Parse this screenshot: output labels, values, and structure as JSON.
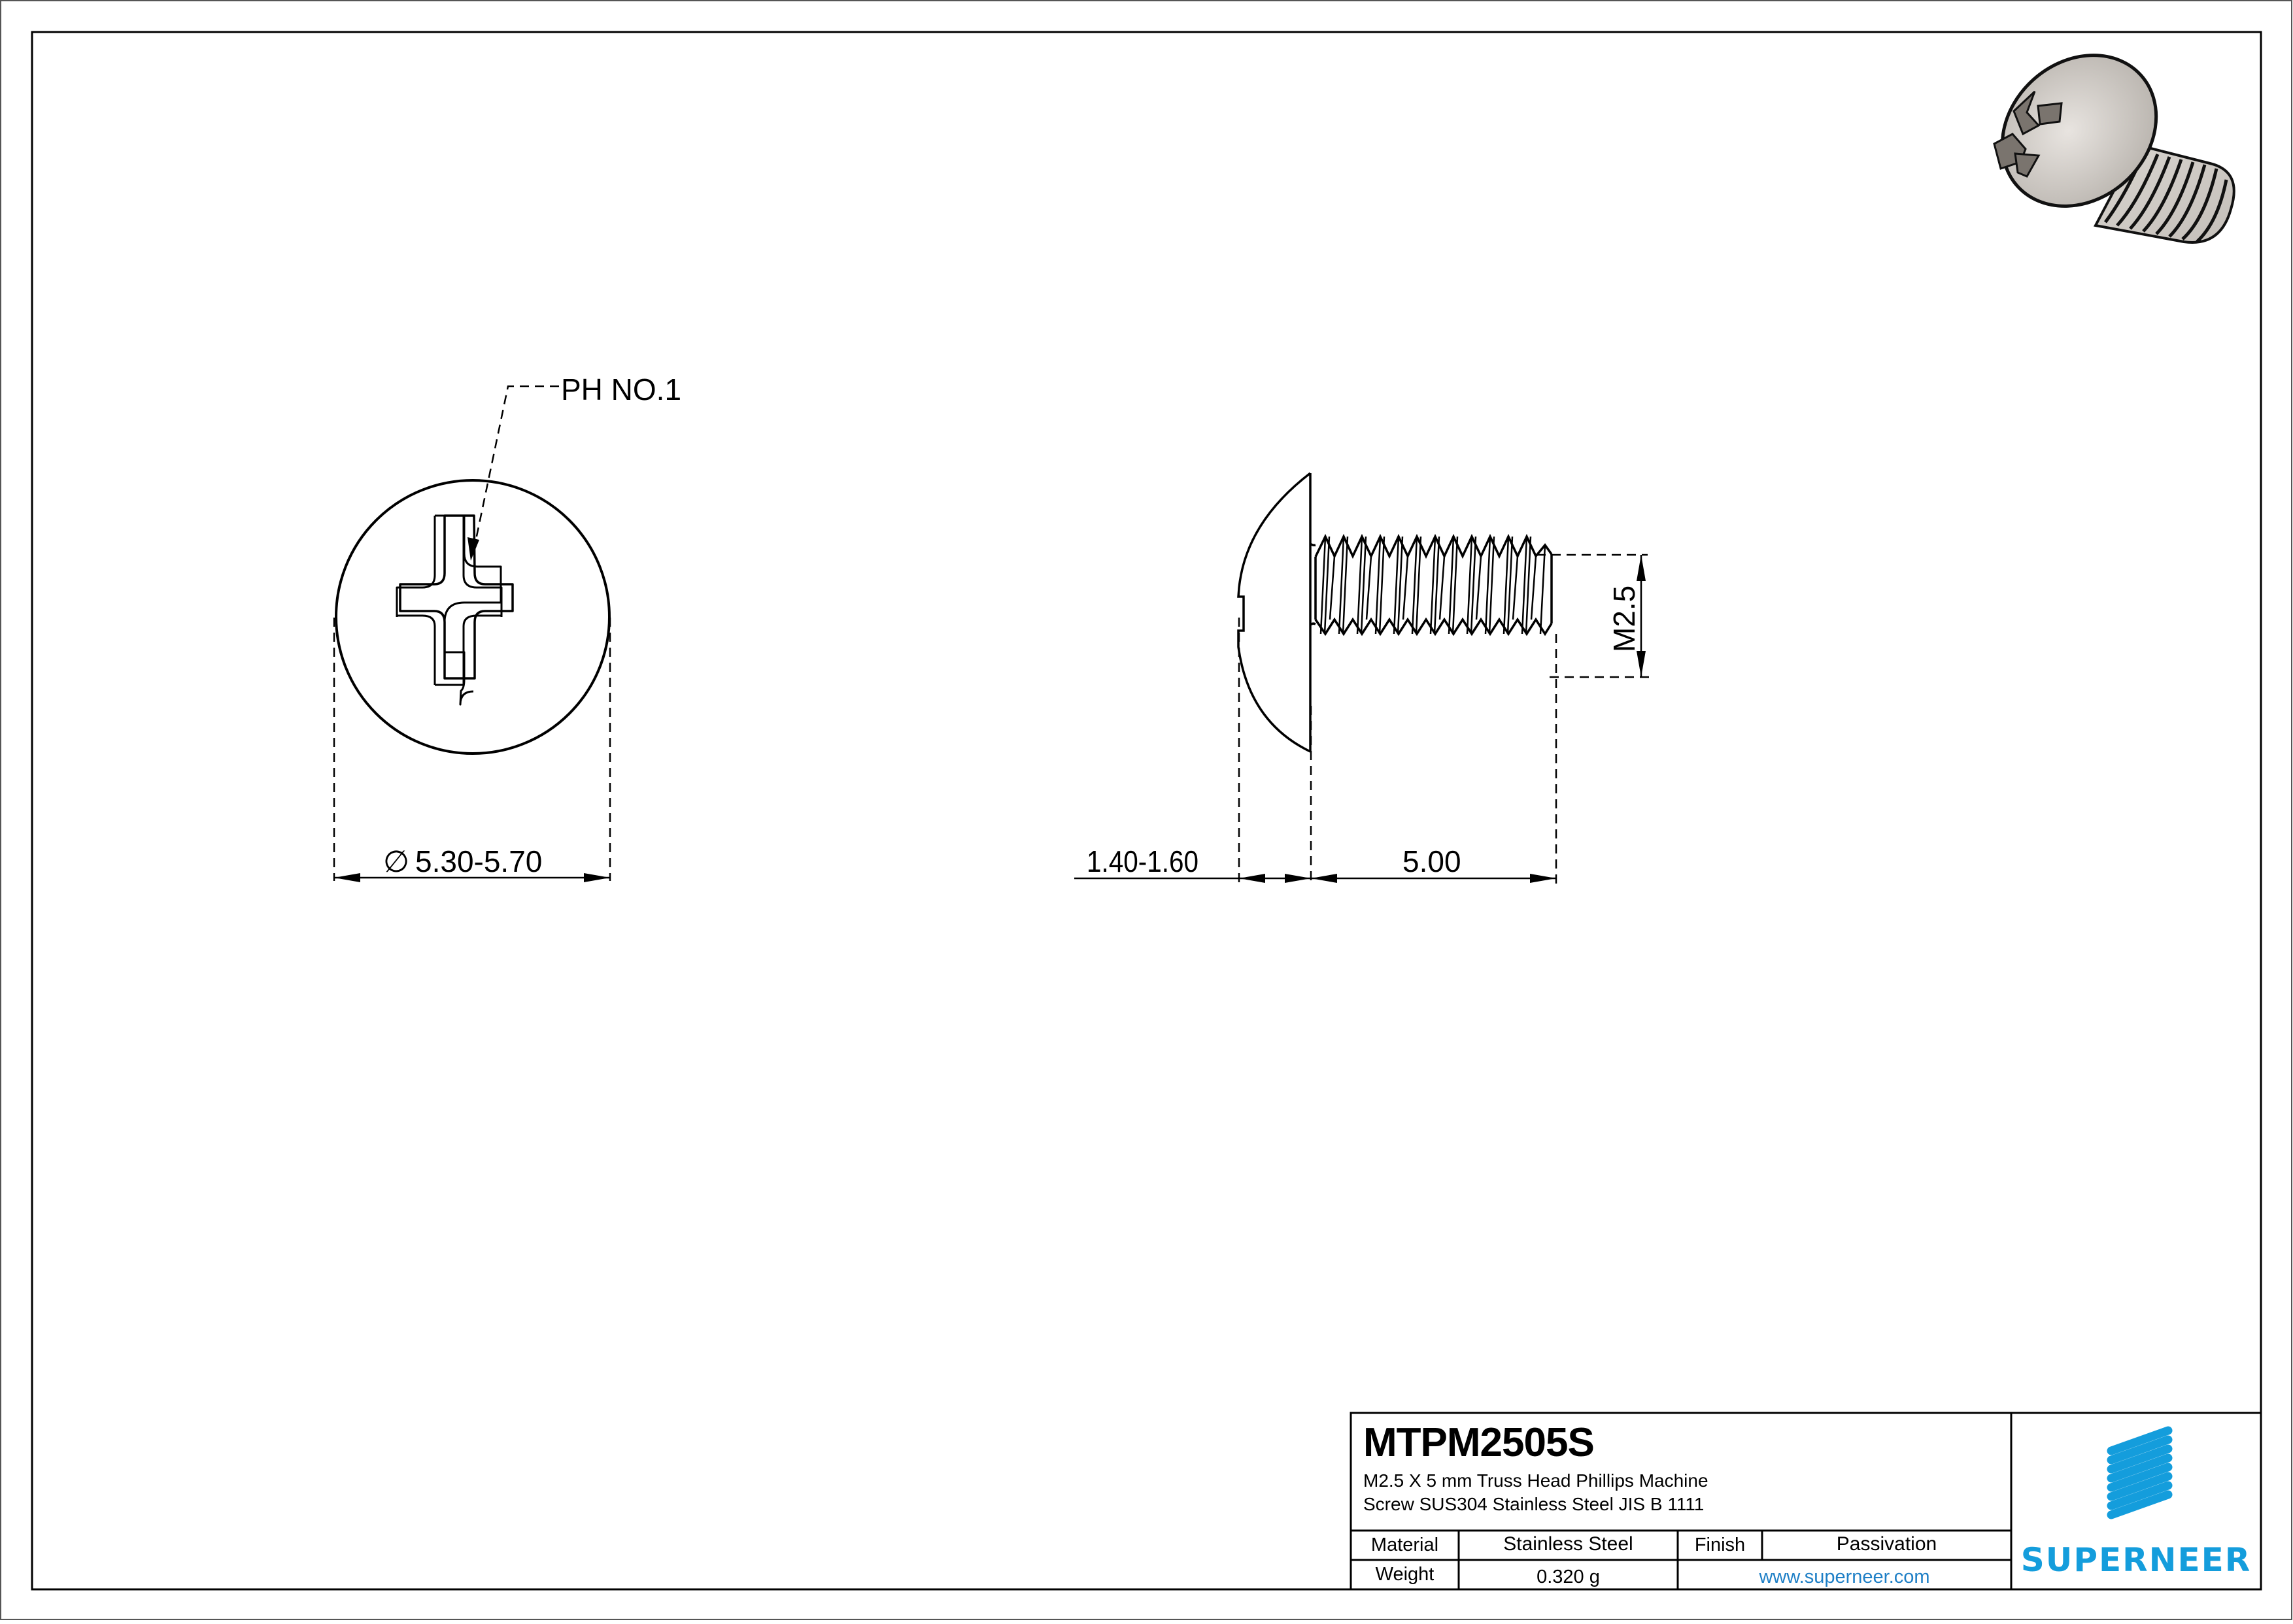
{
  "drawing": {
    "callout_label": "PH NO.1",
    "dim_head_diameter": "5.30-5.70",
    "diameter_symbol": "∅",
    "dim_head_height": "1.40-1.60",
    "dim_length": "5.00",
    "dim_thread": "M2.5"
  },
  "title_block": {
    "part_number": "MTPM2505S",
    "description_line1": "M2.5 X 5 mm  Truss Head Phillips Machine",
    "description_line2": "Screw SUS304 Stainless Steel JIS B 1111",
    "material_label": "Material",
    "material_value": "Stainless Steel",
    "finish_label": "Finish",
    "finish_value": "Passivation",
    "weight_label": "Weight",
    "weight_value": "0.320 g",
    "website": "www.superneer.com"
  },
  "logo": {
    "brand": "SUPERNEER",
    "color": "#149ddc"
  },
  "colors": {
    "line": "#000000",
    "link": "#1e7fc6",
    "brand": "#149ddc"
  }
}
